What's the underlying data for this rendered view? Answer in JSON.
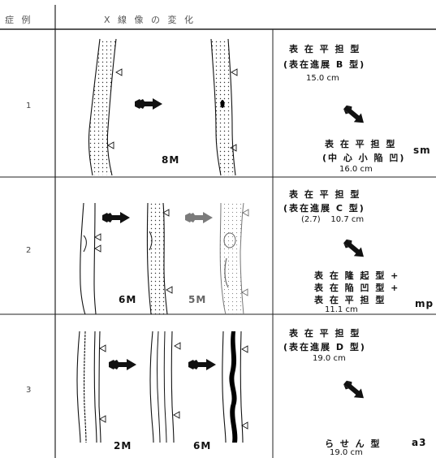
{
  "header": {
    "col_case": "症 例",
    "col_xray": "X 線 像 の 変 化"
  },
  "cases": [
    {
      "num": "1",
      "months": [
        "8M"
      ],
      "before_lines": [
        "表 在 平 担 型",
        "(表在進展 B 型)"
      ],
      "before_value": "15.0 cm",
      "after_lines": [
        "表 在 平 担 型",
        "(中 心 小 陥 凹)"
      ],
      "after_value": "16.0 cm",
      "code": "sm"
    },
    {
      "num": "2",
      "months": [
        "6M",
        "5M"
      ],
      "before_lines": [
        "表 在 平 担 型",
        "(表在進展 C 型)"
      ],
      "before_value": "(2.7)    10.7 cm",
      "after_lines": [
        "表 在 隆 起 型 +",
        "表 在 陥 凹 型 +",
        "表 在 平 担 型"
      ],
      "after_value": "11.1 cm",
      "code": "mp"
    },
    {
      "num": "3",
      "months": [
        "2M",
        "6M"
      ],
      "before_lines": [
        "表 在 平 担 型",
        "(表在進展 D 型)"
      ],
      "before_value": "19.0 cm",
      "after_lines": [
        "ら せ ん 型"
      ],
      "after_value": "19.0 cm",
      "code": "a3"
    }
  ]
}
